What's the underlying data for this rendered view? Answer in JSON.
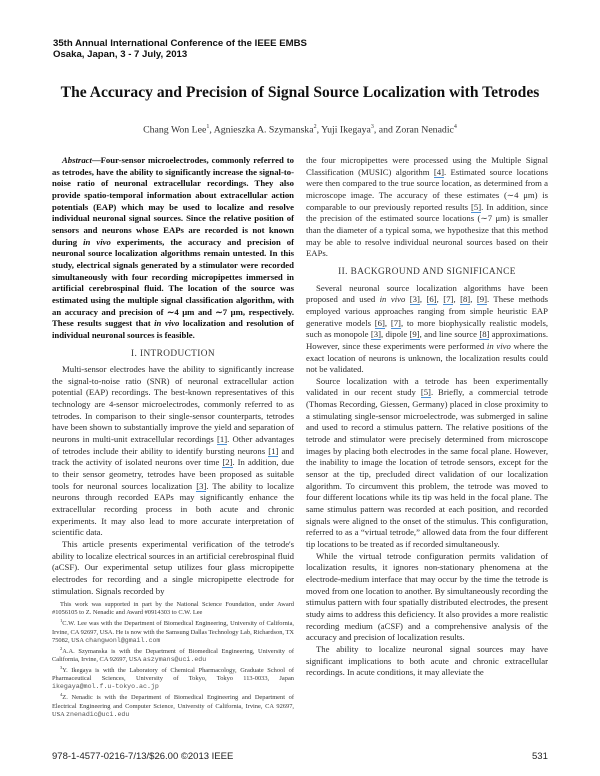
{
  "header": {
    "conference_line1": "35th Annual International Conference of the IEEE EMBS",
    "conference_line2": "Osaka, Japan, 3 - 7 July, 2013"
  },
  "title": "The Accuracy and Precision of Signal Source Localization with Tetrodes",
  "authors": [
    {
      "name": "Chang Won Lee",
      "sup": "1",
      "sep": ", "
    },
    {
      "name": "Agnieszka A. Szymanska",
      "sup": "2",
      "sep": ", "
    },
    {
      "name": "Yuji Ikegaya",
      "sup": "3",
      "sep": ", and "
    },
    {
      "name": "Zoran Nenadic",
      "sup": "4",
      "sep": ""
    }
  ],
  "left_column": [
    {
      "type": "abstract",
      "segments": [
        {
          "t": "Abstract",
          "i": true
        },
        {
          "t": "—Four-sensor microelectrodes, commonly referred to as tetrodes, have the ability to significantly increase the signal-to-noise ratio of neuronal extracellular recordings. They also provide spatio-temporal information about extracellular action potentials (EAP) which may be used to localize and resolve individual neuronal signal sources. Since the relative position of sensors and neurons whose EAPs are recorded is not known during "
        },
        {
          "t": "in vivo",
          "i": true
        },
        {
          "t": " experiments, the accuracy and precision of neuronal source localization algorithms remain untested. In this study, electrical signals generated by a stimulator were recorded simultaneously with four recording micropipettes immersed in artificial cerebrospinal fluid. The location of the source was estimated using the multiple signal classification algorithm, with an accuracy and precision of ∼4 μm and ∼7 μm, respectively. These results suggest that "
        },
        {
          "t": "in vivo",
          "i": true
        },
        {
          "t": " localization and resolution of individual neuronal sources is feasible."
        }
      ]
    },
    {
      "type": "heading",
      "text": "I. INTRODUCTION"
    },
    {
      "type": "p",
      "segments": [
        {
          "t": "Multi-sensor electrodes have the ability to significantly increase the signal-to-noise ratio (SNR) of neuronal extracellular action potential (EAP) recordings. The best-known representatives of this technology are 4-sensor microelectrodes, commonly referred to as tetrodes. In comparison to their single-sensor counterparts, tetrodes have been shown to substantially improve the yield and separation of neurons in multi-unit extracellular recordings "
        },
        {
          "t": "[1]",
          "ref": true
        },
        {
          "t": ". Other advantages of tetrodes include their ability to identify bursting neurons "
        },
        {
          "t": "[1]",
          "ref": true
        },
        {
          "t": " and track the activity of isolated neurons over time "
        },
        {
          "t": "[2]",
          "ref": true
        },
        {
          "t": ". In addition, due to their sensor geometry, tetrodes have been proposed as suitable tools for neuronal sources localization "
        },
        {
          "t": "[3]",
          "ref": true
        },
        {
          "t": ". The ability to localize neurons through recorded EAPs may significantly enhance the extracellular recording process in both acute and chronic experiments. It may also lead to more accurate interpretation of scientific data."
        }
      ]
    },
    {
      "type": "p",
      "segments": [
        {
          "t": "This article presents experimental verification of the tetrode's ability to localize electrical sources in an artificial cerebrospinal fluid (aCSF). Our experimental setup utilizes four glass micropipette electrodes for recording and a single micropipette electrode for stimulation. Signals recorded by"
        }
      ]
    }
  ],
  "right_column": [
    {
      "type": "p",
      "noindent": true,
      "segments": [
        {
          "t": "the four micropipettes were processed using the Multiple Signal Classification (MUSIC) algorithm "
        },
        {
          "t": "[4]",
          "ref": true
        },
        {
          "t": ". Estimated source locations were then compared to the true source location, as determined from a microscope image. The accuracy of these estimates (∼4 μm) is comparable to our previously reported results "
        },
        {
          "t": "[5]",
          "ref": true
        },
        {
          "t": ". In addition, since the precision of the estimated source locations (∼7 μm) is smaller than the diameter of a typical soma, we hypothesize that this method may be able to resolve individual neuronal sources based on their EAPs."
        }
      ]
    },
    {
      "type": "heading",
      "text": "II. BACKGROUND AND SIGNIFICANCE"
    },
    {
      "type": "p",
      "segments": [
        {
          "t": "Several neuronal source localization algorithms have been proposed and used "
        },
        {
          "t": "in vivo",
          "i": true
        },
        {
          "t": " "
        },
        {
          "t": "[3]",
          "ref": true
        },
        {
          "t": ", "
        },
        {
          "t": "[6]",
          "ref": true
        },
        {
          "t": ", "
        },
        {
          "t": "[7]",
          "ref": true
        },
        {
          "t": ", "
        },
        {
          "t": "[8]",
          "ref": true
        },
        {
          "t": ", "
        },
        {
          "t": "[9]",
          "ref": true
        },
        {
          "t": ". These methods employed various approaches ranging from simple heuristic EAP generative models "
        },
        {
          "t": "[6]",
          "ref": true
        },
        {
          "t": ", "
        },
        {
          "t": "[7]",
          "ref": true
        },
        {
          "t": ", to more biophysically realistic models, such as monopole "
        },
        {
          "t": "[3]",
          "ref": true
        },
        {
          "t": ", dipole "
        },
        {
          "t": "[9]",
          "ref": true
        },
        {
          "t": ", and line source "
        },
        {
          "t": "[8]",
          "ref": true
        },
        {
          "t": " approximations. However, since these experiments were performed "
        },
        {
          "t": "in vivo",
          "i": true
        },
        {
          "t": " where the exact location of neurons is unknown, the localization results could not be validated."
        }
      ]
    },
    {
      "type": "p",
      "segments": [
        {
          "t": "Source localization with a tetrode has been experimentally validated in our recent study "
        },
        {
          "t": "[5]",
          "ref": true
        },
        {
          "t": ". Briefly, a commercial tetrode (Thomas Recording, Giessen, Germany) placed in close proximity to a stimulating single-sensor microelectrode, was submerged in saline and used to record a stimulus pattern. The relative positions of the tetrode and stimulator were precisely determined from microscope images by placing both electrodes in the same focal plane. However, the inability to image the location of tetrode sensors, except for the sensor at the tip, precluded direct validation of our localization algorithm. To circumvent this problem, the tetrode was moved to four different locations while its tip was held in the focal plane. The same stimulus pattern was recorded at each position, and recorded signals were aligned to the onset of the stimulus. This configuration, referred to as a “virtual tetrode,” allowed data from the four different tip locations to be treated as if recorded simultaneously."
        }
      ]
    },
    {
      "type": "p",
      "segments": [
        {
          "t": "While the virtual tetrode configuration permits validation of localization results, it ignores non-stationary phenomena at the electrode-medium interface that may occur by the time the tetrode is moved from one location to another. By simultaneously recording the stimulus pattern with four spatially distributed electrodes, the present study aims to address this deficiency. It also provides a more realistic recording medium (aCSF) and a comprehensive analysis of the accuracy and precision of localization results."
        }
      ]
    },
    {
      "type": "p",
      "segments": [
        {
          "t": "The ability to localize neuronal signal sources may have significant implications to both acute and chronic extracellular recordings. In acute conditions, it may alleviate the"
        }
      ]
    }
  ],
  "footnotes": [
    {
      "sup": "",
      "text": "This work was supported in part by the National Science Foundation, under Award #1056105 to Z. Nenadic and Award #0914303 to C.W. Lee",
      "email": ""
    },
    {
      "sup": "1",
      "text": "C.W. Lee was with the Department of Biomedical Engineering, University of California, Irvine, CA 92697, USA. He is now with the Samsung Dallas Technology Lab, Richardson, TX 75082, USA ",
      "email": "changwonl@gmail.com"
    },
    {
      "sup": "2",
      "text": "A.A. Szymanska is with the Department of Biomedical Engineering, University of California, Irvine, CA 92697, USA ",
      "email": "aszymans@uci.edu"
    },
    {
      "sup": "3",
      "text": "Y. Ikegaya is with the Laboratory of Chemical Pharmacology, Graduate School of Pharmaceutical Sciences, University of Tokyo, Tokyo 113-0033, Japan ",
      "email": "ikegaya@mol.f.u-tokyo.ac.jp"
    },
    {
      "sup": "4",
      "text": "Z. Nenadic is with the Department of Biomedical Engineering and Department of Electrical Engineering and Computer Science, University of California, Irvine, CA 92697, USA ",
      "email": "znenadic@uci.edu"
    }
  ],
  "footer": {
    "isbn": "978-1-4577-0216-7/13/$26.00 ©2013 IEEE",
    "page_number": "531"
  },
  "colors": {
    "link_underline": "#4a8fd6",
    "text": "#2a2a2a"
  }
}
